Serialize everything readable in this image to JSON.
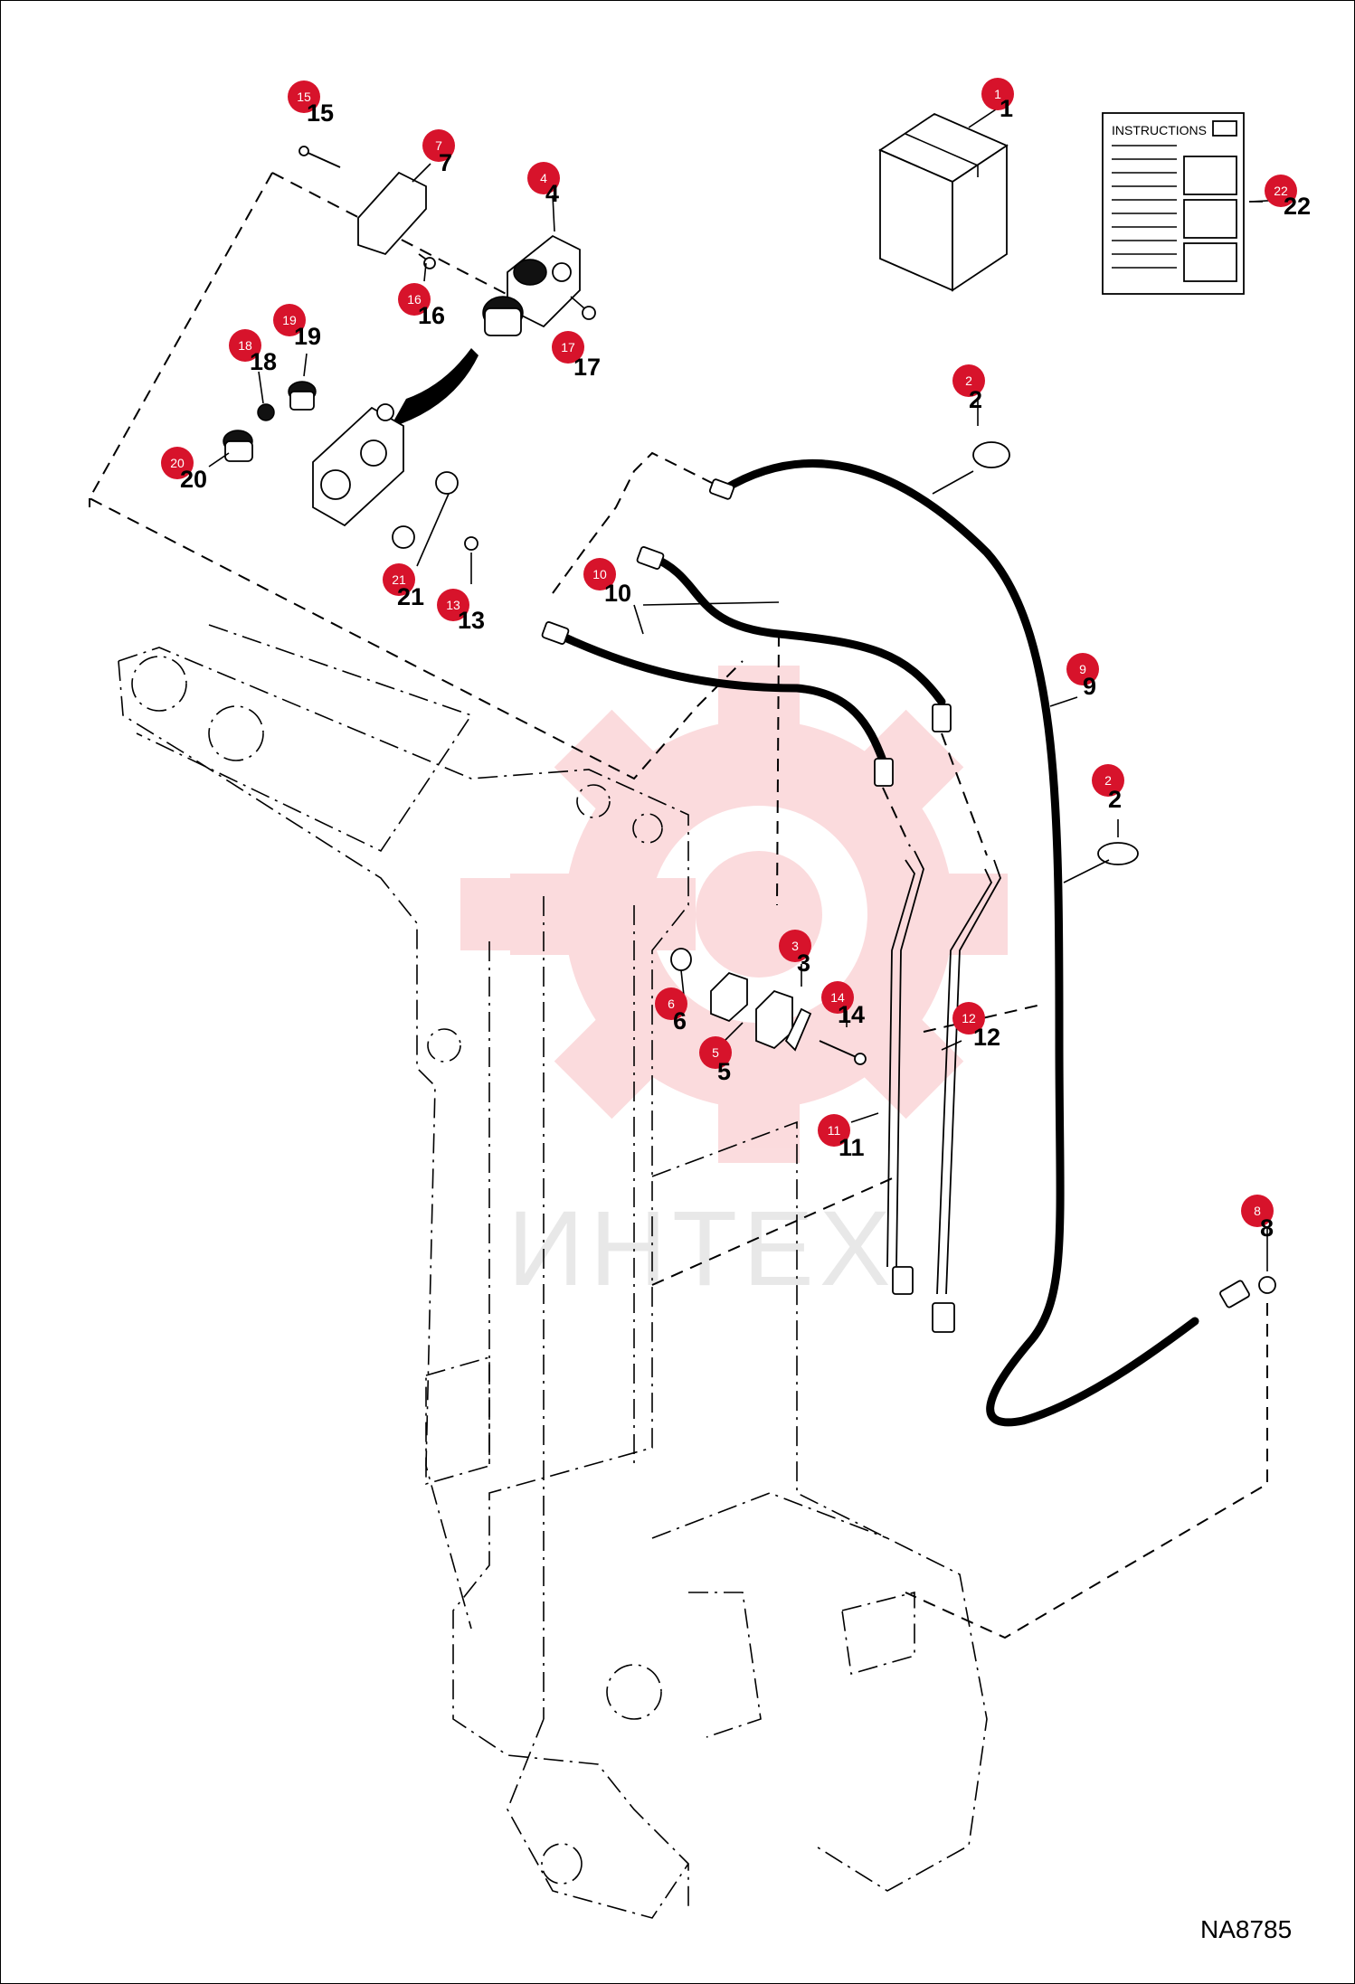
{
  "figure_code": "NA8785",
  "instructions_label": "INSTRUCTIONS",
  "watermark_text": "ИНТЕХ",
  "colors": {
    "badge": "#d7132b",
    "watermark_gear": "#e8323c",
    "line": "#000000"
  },
  "callouts": [
    {
      "badge": "1",
      "label": "1"
    },
    {
      "badge": "2",
      "label": "2"
    },
    {
      "badge": "2",
      "label": "2"
    },
    {
      "badge": "3",
      "label": "3"
    },
    {
      "badge": "4",
      "label": "4"
    },
    {
      "badge": "5",
      "label": "5"
    },
    {
      "badge": "6",
      "label": "6"
    },
    {
      "badge": "7",
      "label": "7"
    },
    {
      "badge": "8",
      "label": "8"
    },
    {
      "badge": "9",
      "label": "9"
    },
    {
      "badge": "10",
      "label": "10"
    },
    {
      "badge": "11",
      "label": "11"
    },
    {
      "badge": "12",
      "label": "12"
    },
    {
      "badge": "13",
      "label": "13"
    },
    {
      "badge": "14",
      "label": "14"
    },
    {
      "badge": "15",
      "label": "15"
    },
    {
      "badge": "16",
      "label": "16"
    },
    {
      "badge": "17",
      "label": "17"
    },
    {
      "badge": "18",
      "label": "18"
    },
    {
      "badge": "19",
      "label": "19"
    },
    {
      "badge": "20",
      "label": "20"
    },
    {
      "badge": "21",
      "label": "21"
    },
    {
      "badge": "22",
      "label": "22"
    }
  ]
}
